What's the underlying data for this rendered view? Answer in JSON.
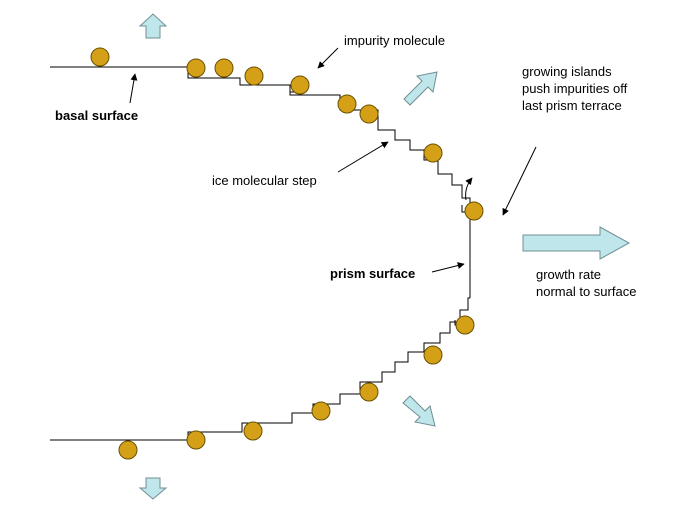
{
  "labels": {
    "impurity_molecule": "impurity molecule",
    "basal_surface": "basal surface",
    "ice_molecular_step": "ice molecular step",
    "prism_surface": "prism surface",
    "growing_islands": [
      "growing islands",
      "push impurities off",
      "last prism terrace"
    ],
    "growth_rate": [
      "growth rate",
      "normal to surface"
    ]
  },
  "colors": {
    "molecule_fill": "#D4A017",
    "arrow_fill": "#BFE6EA",
    "line": "#000000"
  }
}
